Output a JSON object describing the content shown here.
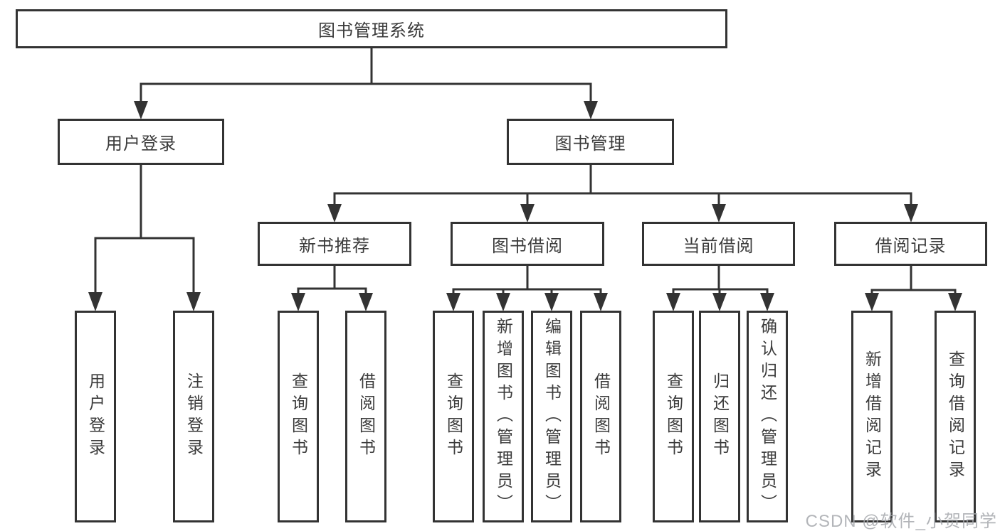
{
  "diagram_type": "hierarchy-tree",
  "colors": {
    "line": "#333333",
    "box_border": "#333333",
    "text": "#3b3b3b",
    "box_background": "#ffffff",
    "page_background": "#ffffff",
    "watermark": "#a6a9ad"
  },
  "watermark": {
    "text": "CSDN @软件_小贺同学"
  },
  "nodes": {
    "root": "图书管理系统",
    "user_login": "用户登录",
    "book_mgmt": "图书管理",
    "new_book_rec": "新书推荐",
    "book_borrow": "图书借阅",
    "current_borrow": "当前借阅",
    "borrow_records": "借阅记录",
    "ul_user_login": "用户登录",
    "ul_logout": "注销登录",
    "nbr_query_books": "查询图书",
    "nbr_borrow_books": "借阅图书",
    "bb_query_books": "查询图书",
    "bb_add_books": "新增图书（管理员）",
    "bb_edit_books": "编辑图书（管理员）",
    "bb_borrow_books": "借阅图书",
    "cb_query_books": "查询图书",
    "cb_return_books": "归还图书",
    "cb_confirm_return": "确认归还（管理员）",
    "br_add_record": "新增借阅记录",
    "br_query_record": "查询借阅记录"
  },
  "hierarchy": {
    "图书管理系统": {
      "用户登录": [
        "用户登录",
        "注销登录"
      ],
      "图书管理": {
        "新书推荐": [
          "查询图书",
          "借阅图书"
        ],
        "图书借阅": [
          "查询图书",
          "新增图书（管理员）",
          "编辑图书（管理员）",
          "借阅图书"
        ],
        "当前借阅": [
          "查询图书",
          "归还图书",
          "确认归还（管理员）"
        ],
        "借阅记录": [
          "新增借阅记录",
          "查询借阅记录"
        ]
      }
    }
  }
}
